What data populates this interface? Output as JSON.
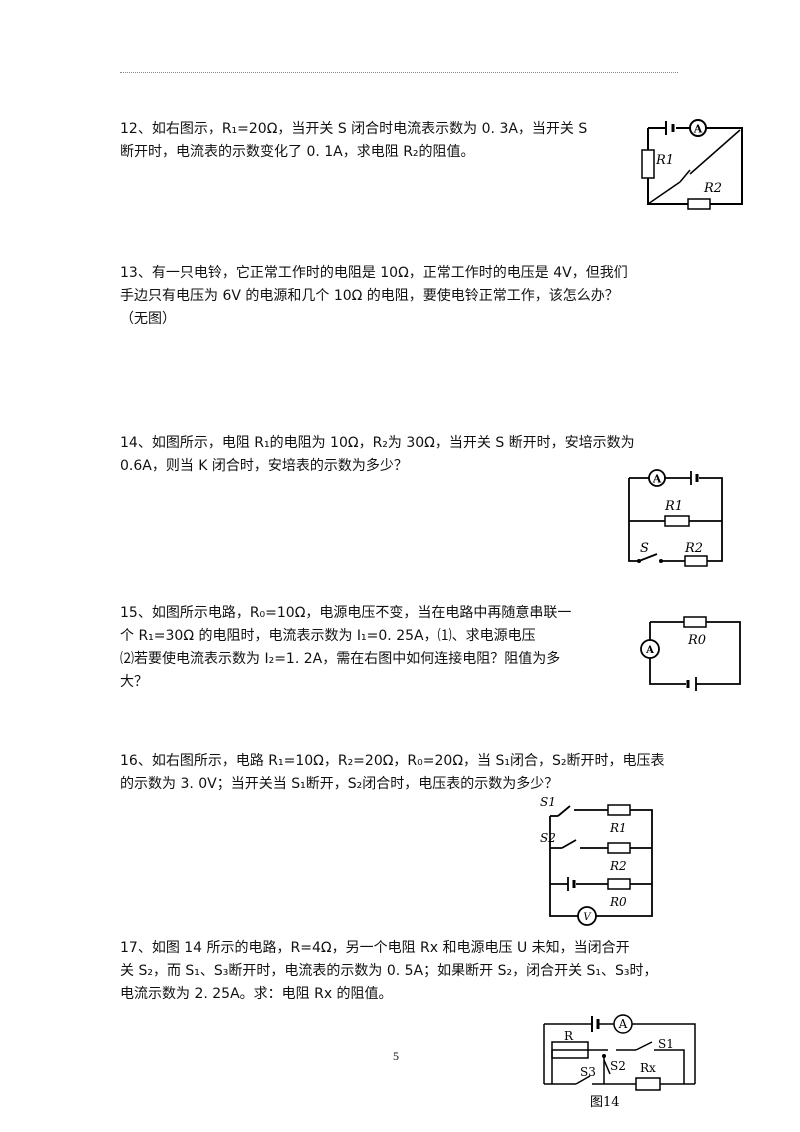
{
  "problems": [
    {
      "lines": [
        "12、如右图示，R₁=20Ω，当开关 S 闭合时电流表示数为 0. 3A，当开关 S",
        "断开时，电流表的示数变化了 0. 1A，求电阻 R₂的阻值。"
      ]
    },
    {
      "lines": [
        "13、有一只电铃，它正常工作时的电阻是 10Ω，正常工作时的电压是 4V，但我们",
        "手边只有电压为 6V 的电源和几个 10Ω 的电阻，要使电铃正常工作，该怎么办？",
        "（无图）"
      ]
    },
    {
      "lines": [
        "14、如图所示，电阻 R₁的电阻为 10Ω，R₂为 30Ω，当开关 S 断开时，安培示数为",
        "0.6A，则当 K 闭合时，安培表的示数为多少？"
      ]
    },
    {
      "lines": [
        "15、如图所示电路，R₀=10Ω，电源电压不变，当在电路中再随意串联一",
        "个 R₁=30Ω 的电阻时，电流表示数为 I₁=0. 25A，⑴、求电源电压",
        "⑵若要使电流表示数为 I₂=1. 2A，需在右图中如何连接电阻？阻值为多",
        "大？"
      ]
    },
    {
      "lines": [
        "16、如右图所示，电路 R₁=10Ω，R₂=20Ω，R₀=20Ω，当 S₁闭合，S₂断开时，电压表",
        "的示数为 3. 0V；当开关当 S₁断开，S₂闭合时，电压表的示数为多少？"
      ]
    },
    {
      "lines": [
        "17、如图 14 所示的电路，R=4Ω，另一个电阻 Rx 和电源电压 U 未知，当闭合开",
        "关 S₂，而 S₁、S₃断开时，电流表的示数为 0. 5A；如果断开 S₂，闭合开关 S₁、S₃时，",
        "电流示数为 2. 25A。求：电阻 Rx 的阻值。"
      ]
    }
  ],
  "figures": {
    "fig12": {
      "meter": "A",
      "r1": "R1",
      "r2": "R2"
    },
    "fig14": {
      "meter": "A",
      "r1": "R1",
      "switch": "S",
      "r2": "R2"
    },
    "fig15": {
      "meter": "A",
      "r0": "R0"
    },
    "fig16": {
      "s1": "S1",
      "s2": "S2",
      "r1": "R1",
      "r2": "R2",
      "r0": "R0",
      "meter": "V"
    },
    "fig17": {
      "r": "R",
      "meter": "A",
      "s1": "S1",
      "s2": "S2",
      "s3": "S3",
      "rx": "Rx",
      "caption": "图14"
    }
  },
  "page_number": "5"
}
